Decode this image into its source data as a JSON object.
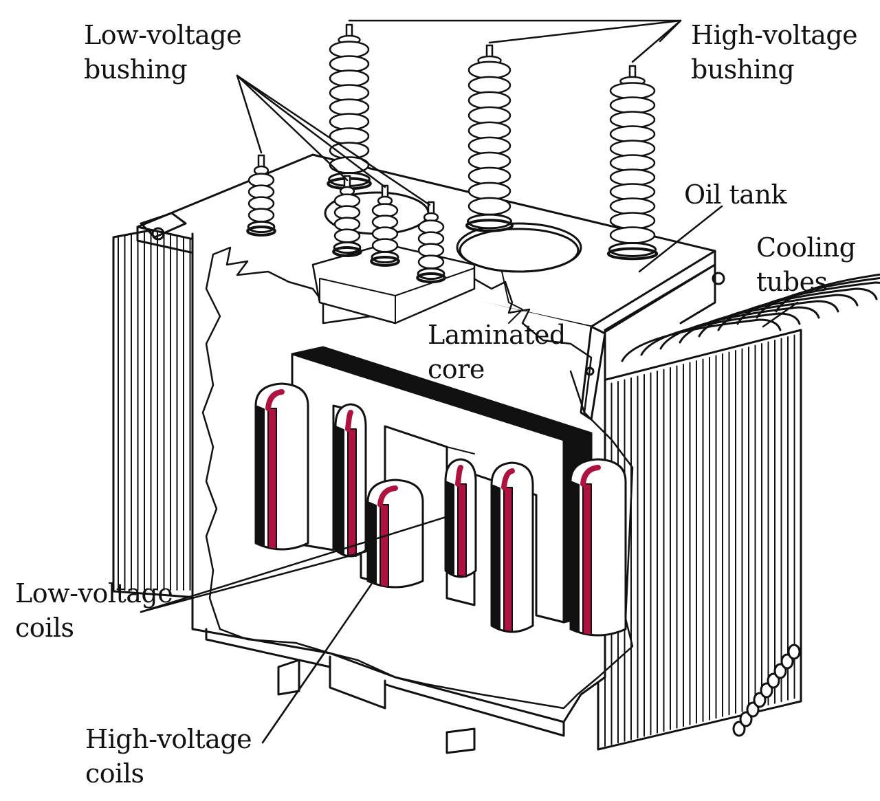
{
  "labels": {
    "lv_bushing": {
      "line1": "Low-voltage",
      "line2": "bushing"
    },
    "hv_bushing": {
      "line1": "High-voltage",
      "line2": "bushing"
    },
    "oil_tank": {
      "line1": "Oil tank"
    },
    "cooling_tubes": {
      "line1": "Cooling",
      "line2": "tubes"
    },
    "laminated_core": {
      "line1": "Laminated",
      "line2": "core"
    },
    "lv_coils": {
      "line1": "Low-voltage",
      "line2": "coils"
    },
    "hv_coils": {
      "line1": "High-voltage",
      "line2": "coils"
    }
  },
  "colors": {
    "ink": "#111111",
    "coil": "#b0123f",
    "paper": "#ffffff"
  }
}
